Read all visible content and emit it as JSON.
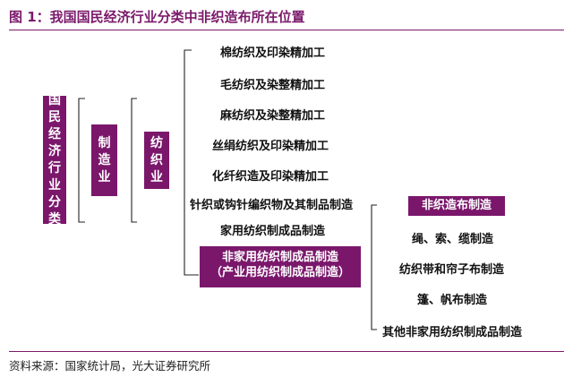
{
  "title": "图 1：我国国民经济行业分类中非织造布所在位置",
  "source": "资料来源：国家统计局，光大证券研究所",
  "colors": {
    "accent": "#7a176b"
  },
  "level1": "国民经济行业分类",
  "level2": "制造业",
  "level3": "纺织业",
  "textile_items": [
    "棉纺织及印染精加工",
    "毛纺织及染整精加工",
    "麻纺织及染整精加工",
    "丝绢纺织及印染精加工",
    "化纤织造及印染精加工",
    "针织或钩针编织物及其制品制造",
    "家用纺织制成品制造"
  ],
  "non_home": {
    "line1": "非家用纺织制成品制造",
    "line2": "（产业用纺织制成品制造）"
  },
  "non_home_items": {
    "highlight": "非织造布制造",
    "others": [
      "绳、索、缆制造",
      "纺织带和帘子布制造",
      "篷、帆布制造",
      "其他非家用纺织制成品制造"
    ]
  }
}
